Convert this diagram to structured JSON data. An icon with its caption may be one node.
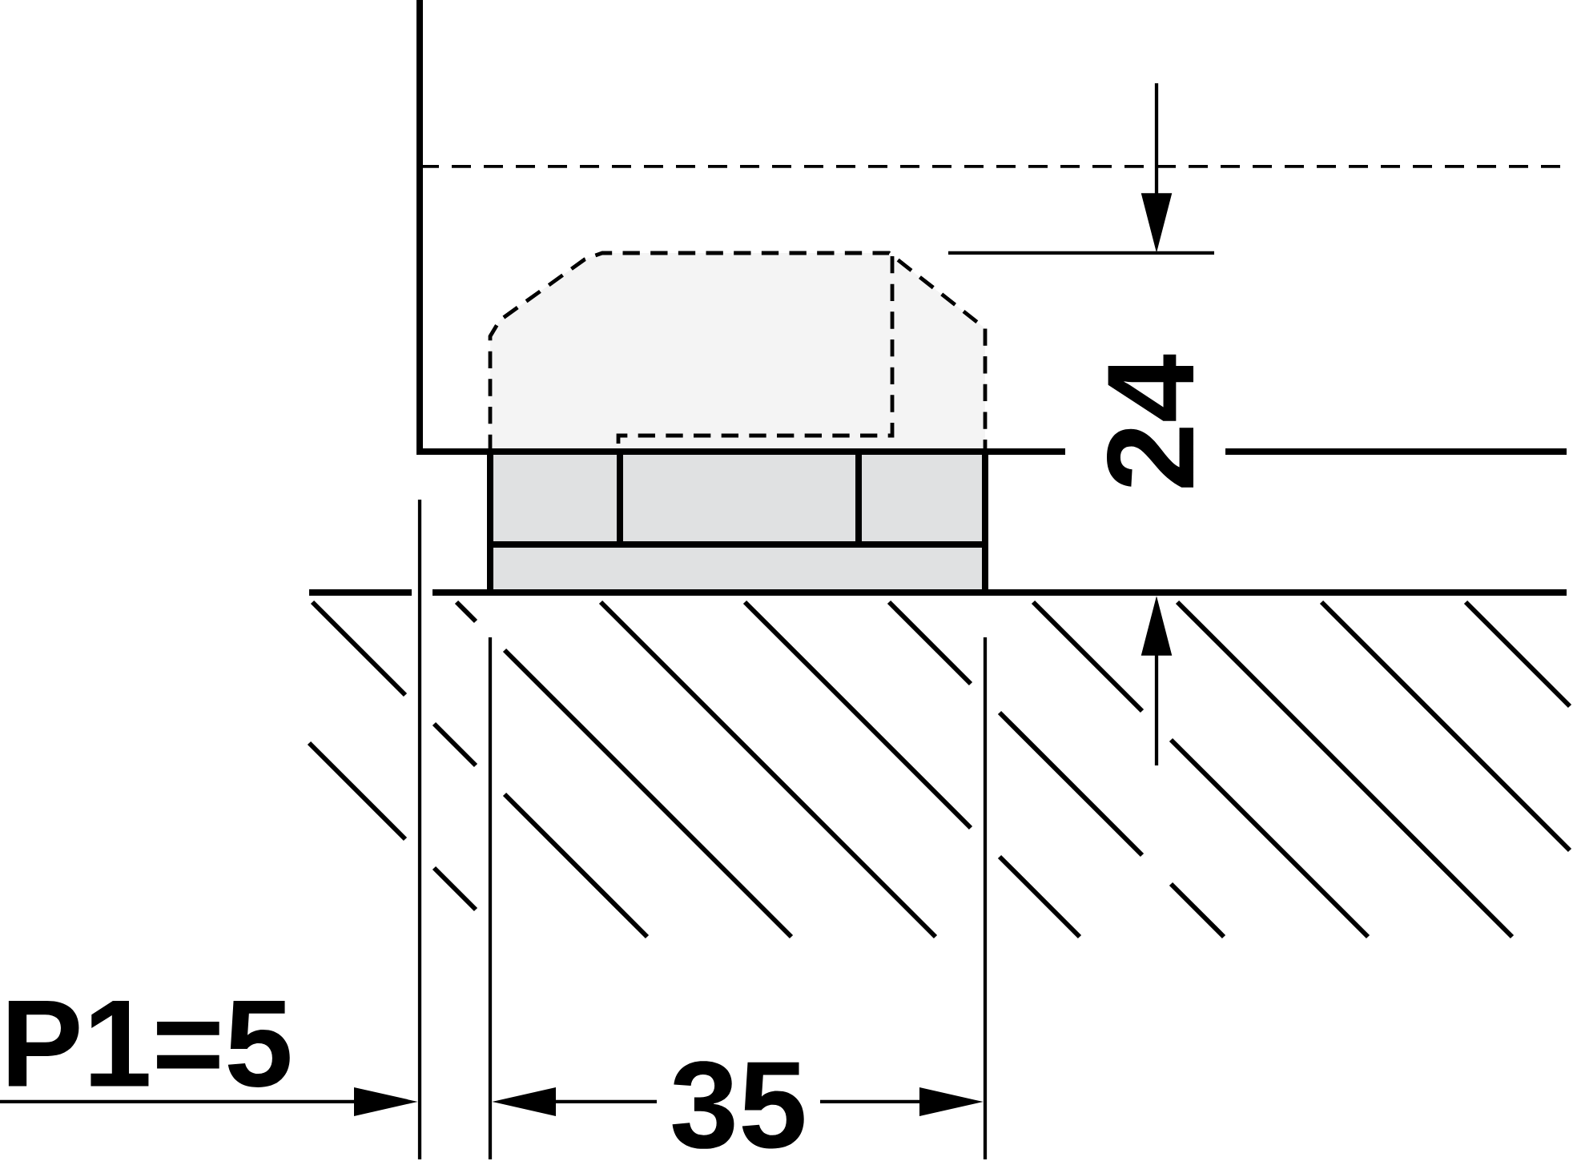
{
  "diagram": {
    "labels": [
      "24",
      "P1=5",
      "35"
    ]
  }
}
